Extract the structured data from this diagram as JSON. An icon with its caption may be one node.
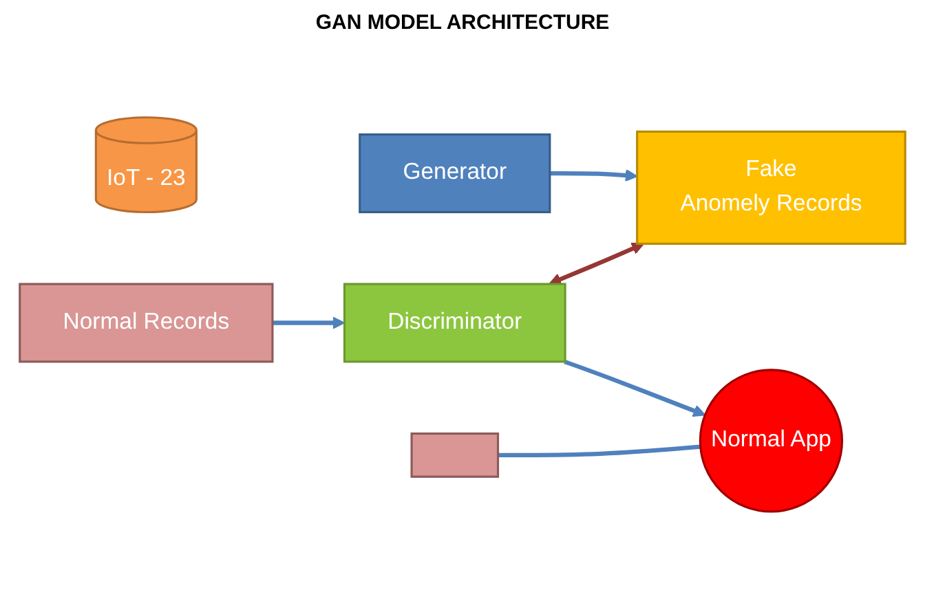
{
  "diagram": {
    "title": "GAN MODEL ARCHITECTURE",
    "nodes": [
      {
        "text": [
          "IoT - 23"
        ]
      },
      {
        "text": [],
        "shape": "box"
      },
      {
        "text": [
          "Generator"
        ]
      },
      {
        "text": [
          "Fake",
          "Anomely Records"
        ]
      },
      {
        "text": [
          "Discriminator"
        ]
      },
      {
        "text": [
          "Normal App"
        ]
      },
      {
        "text": [
          "Normal Records"
        ]
      }
    ],
    "edges": [
      {
        "from": 2,
        "to": 3,
        "arrow": "to"
      },
      {
        "from": 4,
        "to": 3,
        "arrow": "both",
        "color": "#953735"
      },
      {
        "from": 6,
        "to": 4,
        "arrow": "to"
      },
      {
        "from": 4,
        "to": 5,
        "arrow": "to"
      },
      {
        "from": 1,
        "to": 5,
        "arrow": "none"
      }
    ]
  }
}
